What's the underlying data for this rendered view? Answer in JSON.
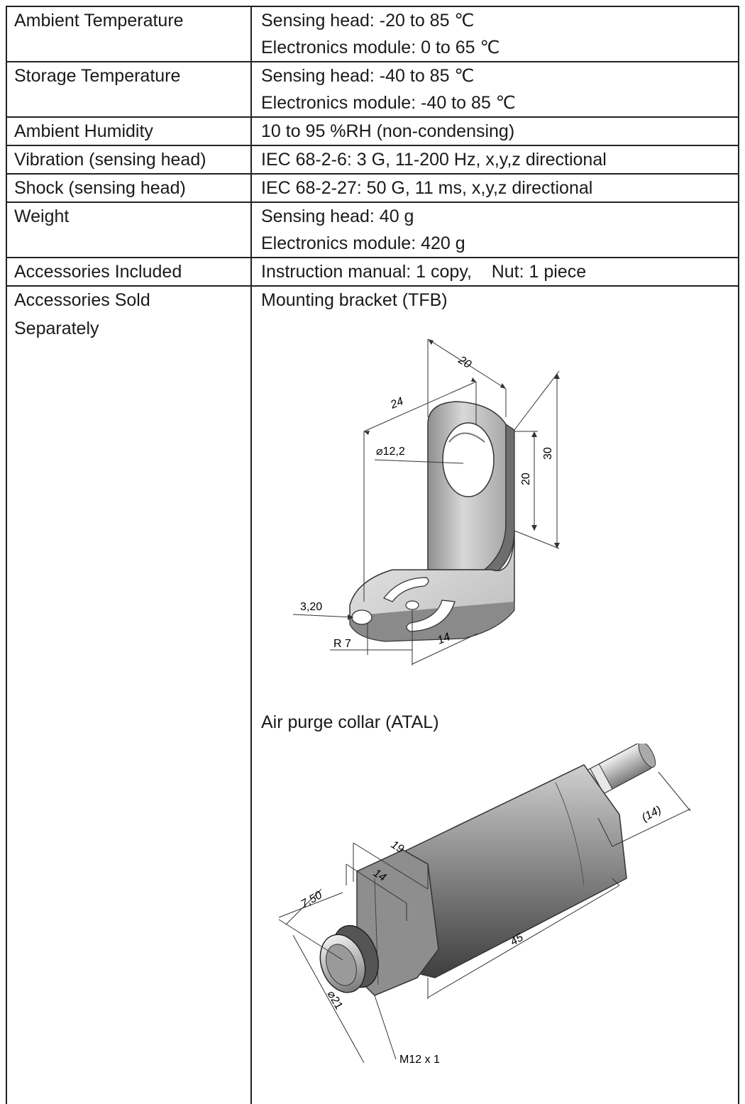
{
  "rows": [
    {
      "label": "Ambient Temperature",
      "values": [
        "Sensing head: -20 to 85 ℃",
        "Electronics module: 0 to 65 ℃"
      ]
    },
    {
      "label": "Storage Temperature",
      "values": [
        "Sensing head: -40 to 85 ℃",
        "Electronics module: -40 to 85 ℃"
      ]
    },
    {
      "label": "Ambient Humidity",
      "values": [
        "10 to 95 %RH (non-condensing)"
      ]
    },
    {
      "label": "Vibration (sensing head)",
      "values": [
        "IEC 68-2-6: 3 G, 11-200 Hz, x,y,z directional"
      ]
    },
    {
      "label": "Shock (sensing head)",
      "values": [
        "IEC 68-2-27: 50 G, 11 ms, x,y,z directional"
      ]
    },
    {
      "label": "Weight",
      "values": [
        "Sensing head: 40 g",
        "Electronics module: 420 g"
      ]
    },
    {
      "label": "Accessories Included",
      "values": [
        "Instruction manual: 1 copy,    Nut: 1 piece"
      ]
    },
    {
      "label_lines": [
        "Accessories Sold",
        "Separately"
      ]
    }
  ],
  "accessories": {
    "bracket": {
      "title": "Mounting bracket (TFB)",
      "dims": {
        "width": "20",
        "length": "24",
        "hole": "⌀12,2",
        "height": "30",
        "hole_height": "20",
        "slot": "3,20",
        "radius": "R 7",
        "spacing": "14"
      }
    },
    "collar": {
      "title": "Air purge collar (ATAL)",
      "dims": {
        "connector": "(14)",
        "overall": "19",
        "hex": "14",
        "front": "7,50",
        "length": "45",
        "diameter": "⌀21",
        "thread": "M12 x 1"
      }
    }
  }
}
